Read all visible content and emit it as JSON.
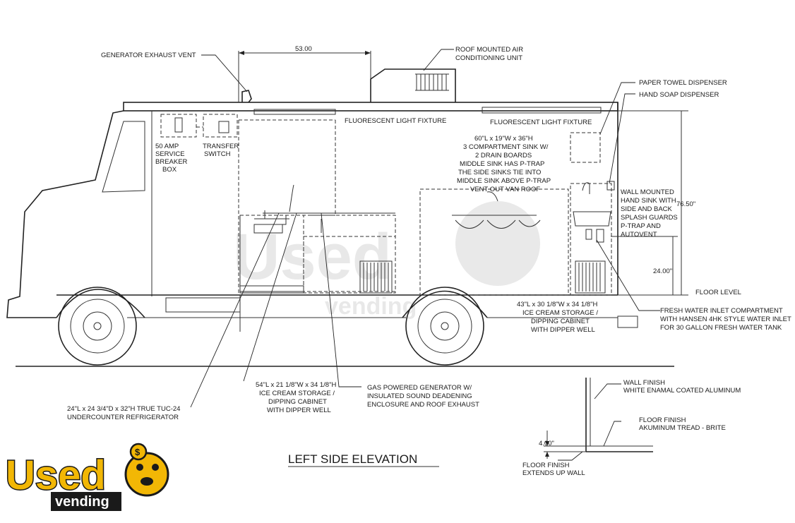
{
  "dimensions": {
    "roof_span": "53.00",
    "wall_height": "76.50\"",
    "sink_height": "24.00\"",
    "floor_detail": "4.00\""
  },
  "labels": {
    "generator_exhaust_vent": "GENERATOR EXHAUST VENT",
    "roof_ac": [
      "ROOF MOUNTED AIR",
      "CONDITIONING UNIT"
    ],
    "paper_towel": "PAPER TOWEL DISPENSER",
    "hand_soap": "HAND SOAP DISPENSER",
    "fluorescent_1": "FLUORESCENT LIGHT FIXTURE",
    "fluorescent_2": "FLUORESCENT LIGHT FIXTURE",
    "breaker_box": [
      "50 AMP",
      "SERVICE",
      "BREAKER",
      "BOX"
    ],
    "transfer_switch": [
      "TRANSFER",
      "SWITCH"
    ],
    "three_comp_sink": [
      "60\"L x 19\"W x 36\"H",
      "3 COMPARTMENT SINK W/",
      "2 DRAIN BOARDS",
      "MIDDLE SINK HAS P-TRAP",
      "THE SIDE SINKS TIE INTO",
      "MIDDLE SINK ABOVE P-TRAP",
      "VENT OUT VAN ROOF"
    ],
    "hand_sink": [
      "WALL MOUNTED",
      "HAND SINK WITH",
      "SIDE AND BACK",
      "SPLASH GUARDS",
      "P-TRAP AND",
      "AUTOVENT"
    ],
    "floor_level": "FLOOR LEVEL",
    "cabinet_43": [
      "43\"L x 30 1/8\"W x 34 1/8\"H",
      "ICE CREAM STORAGE /",
      "DIPPING CABINET",
      "WITH DIPPER WELL"
    ],
    "fresh_water": [
      "FRESH WATER INLET COMPARTMENT",
      "WITH HANSEN 4HK STYLE WATER INLET",
      "FOR 30 GALLON FRESH WATER TANK"
    ],
    "cabinet_54": [
      "54\"L x 21 1/8\"W x 34 1/8\"H",
      "ICE CREAM STORAGE /",
      "DIPPING CABINET",
      "WITH DIPPER WELL"
    ],
    "generator": [
      "GAS POWERED GENERATOR W/",
      "INSULATED SOUND DEADENING",
      "ENCLOSURE AND ROOF EXHAUST"
    ],
    "refrigerator": [
      "24\"L x 24 3/4\"D x 32\"H TRUE TUC-24",
      "UNDERCOUNTER REFRIGERATOR"
    ],
    "wall_finish": [
      "WALL FINISH",
      "WHITE ENAMAL COATED ALUMINUM"
    ],
    "floor_finish": [
      "FLOOR FINISH",
      "AKUMINUM TREAD - BRITE"
    ],
    "floor_finish_up": [
      "FLOOR FINISH",
      "EXTENDS UP WALL"
    ]
  },
  "title": "LEFT SIDE ELEVATION",
  "watermark": {
    "main": "Used",
    "sub": "vending"
  },
  "logo": {
    "main": "Used",
    "sub": "vending",
    "color_main": "#f2b705",
    "color_outline": "#1a1a1a"
  }
}
